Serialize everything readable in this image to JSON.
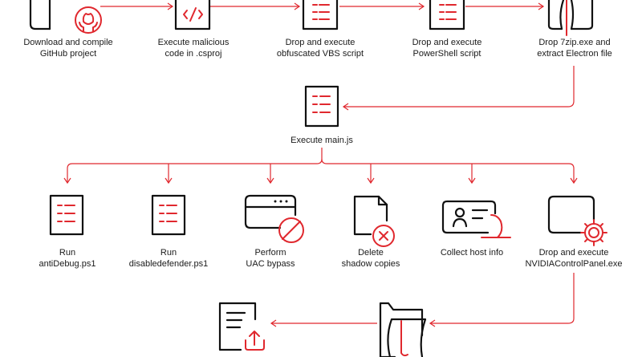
{
  "steps": {
    "s1": [
      "Download and compile",
      "GitHub project"
    ],
    "s2": [
      "Execute malicious",
      "code in .csproj"
    ],
    "s3": [
      "Drop and execute",
      "obfuscated VBS script"
    ],
    "s4": [
      "Drop and execute",
      "PowerShell script"
    ],
    "s5": [
      "Drop 7zip.exe and",
      "extract Electron file"
    ],
    "s6": [
      "Execute main.js"
    ],
    "b1": [
      "Run",
      "antiDebug.ps1"
    ],
    "b2": [
      "Run",
      "disabledefender.ps1"
    ],
    "b3": [
      "Perform",
      "UAC bypass"
    ],
    "b4": [
      "Delete",
      "shadow copies"
    ],
    "b5": [
      "Collect host info"
    ],
    "b6": [
      "Drop and execute",
      "NVIDIAControlPanel.exe"
    ]
  },
  "icons": {
    "s1": "github-repo-icon",
    "s2": "code-file-icon",
    "s3": "script-document-icon",
    "s4": "script-document-icon",
    "s5": "archive-folder-icon",
    "s6": "script-document-icon",
    "b1": "script-document-icon",
    "b2": "script-document-icon",
    "b3": "blocked-window-icon",
    "b4": "delete-file-icon",
    "b5": "id-card-icon",
    "b6": "window-gear-icon",
    "c1": "upload-document-icon",
    "c2": "open-folder-icon"
  },
  "colors": {
    "accent": "#e0282e",
    "outline": "#111111",
    "text": "#1a1a1a",
    "background": "#ffffff"
  }
}
